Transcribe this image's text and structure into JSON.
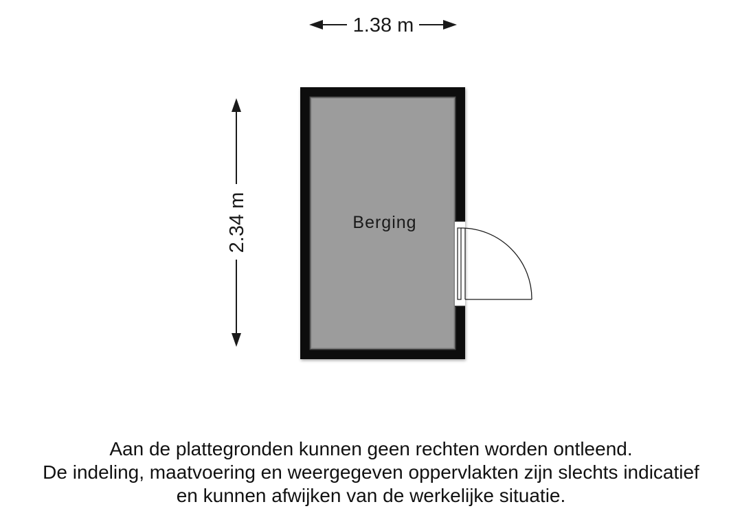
{
  "floorplan": {
    "width_dimension": "1.38 m",
    "height_dimension": "2.34 m",
    "room_name": "Berging",
    "colors": {
      "wall": "#0f0f0f",
      "floor": "#9c9c9c",
      "door": "#ffffff",
      "dimension_line": "#1a1a1a"
    }
  },
  "disclaimer": {
    "line1": "Aan de plattegronden kunnen geen rechten worden ontleend.",
    "line2": "De indeling, maatvoering en weergegeven oppervlakten zijn slechts indicatief",
    "line3": "en kunnen afwijken van de werkelijke situatie."
  }
}
